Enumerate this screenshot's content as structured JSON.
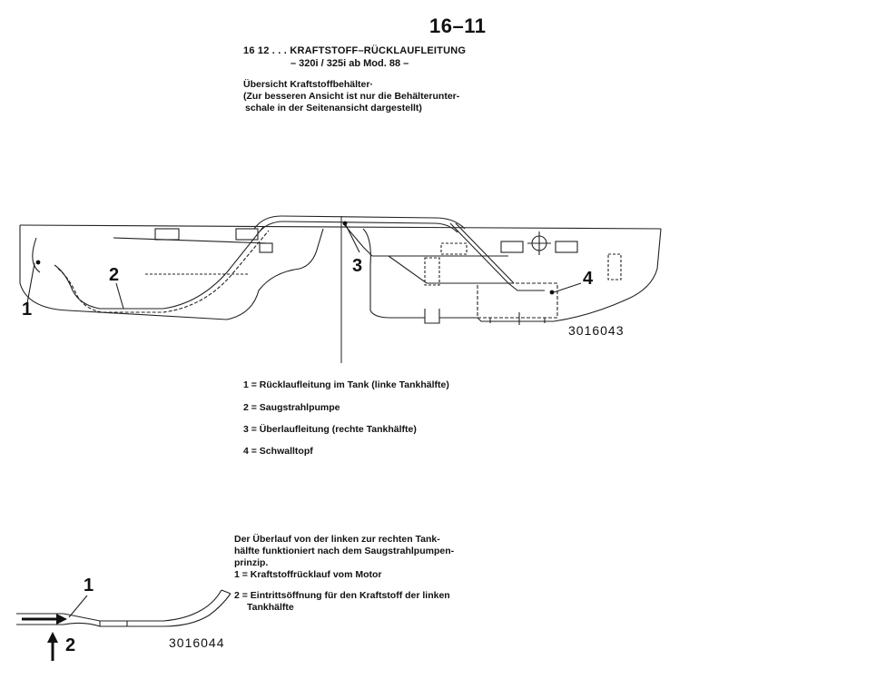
{
  "page_number": "16–11",
  "section": {
    "title": "16 12 . . . KRAFTSTOFF–RÜCKLAUFLEITUNG",
    "subtitle": "– 320i / 325i  ab Mod. 88 –"
  },
  "overview": {
    "title": "Übersicht Kraftstoffbehälter·",
    "note_line1": "(Zur besseren Ansicht ist nur die Behälterunter-",
    "note_line2": "schale in der Seitenansicht dargestellt)"
  },
  "figure1": {
    "code": "3016043",
    "callouts": [
      "1",
      "2",
      "3",
      "4"
    ]
  },
  "legend1": [
    "1 = Rücklaufleitung im Tank (linke Tankhälfte)",
    "2 = Saugstrahlpumpe",
    "3 = Überlaufleitung (rechte Tankhälfte)",
    "4 = Schwalltopf"
  ],
  "paragraph": {
    "line1": "Der Überlauf von der linken zur rechten Tank-",
    "line2": "hälfte funktioniert nach dem Saugstrahlpumpen-",
    "line3": "prinzip.",
    "item1": "1 = Kraftstoffrücklauf vom Motor",
    "item2_line1": "2 = Eintrittsöffnung für den Kraftstoff der linken",
    "item2_line2": "Tankhälfte"
  },
  "figure2": {
    "code": "3016044",
    "callouts": [
      "1",
      "2"
    ]
  }
}
